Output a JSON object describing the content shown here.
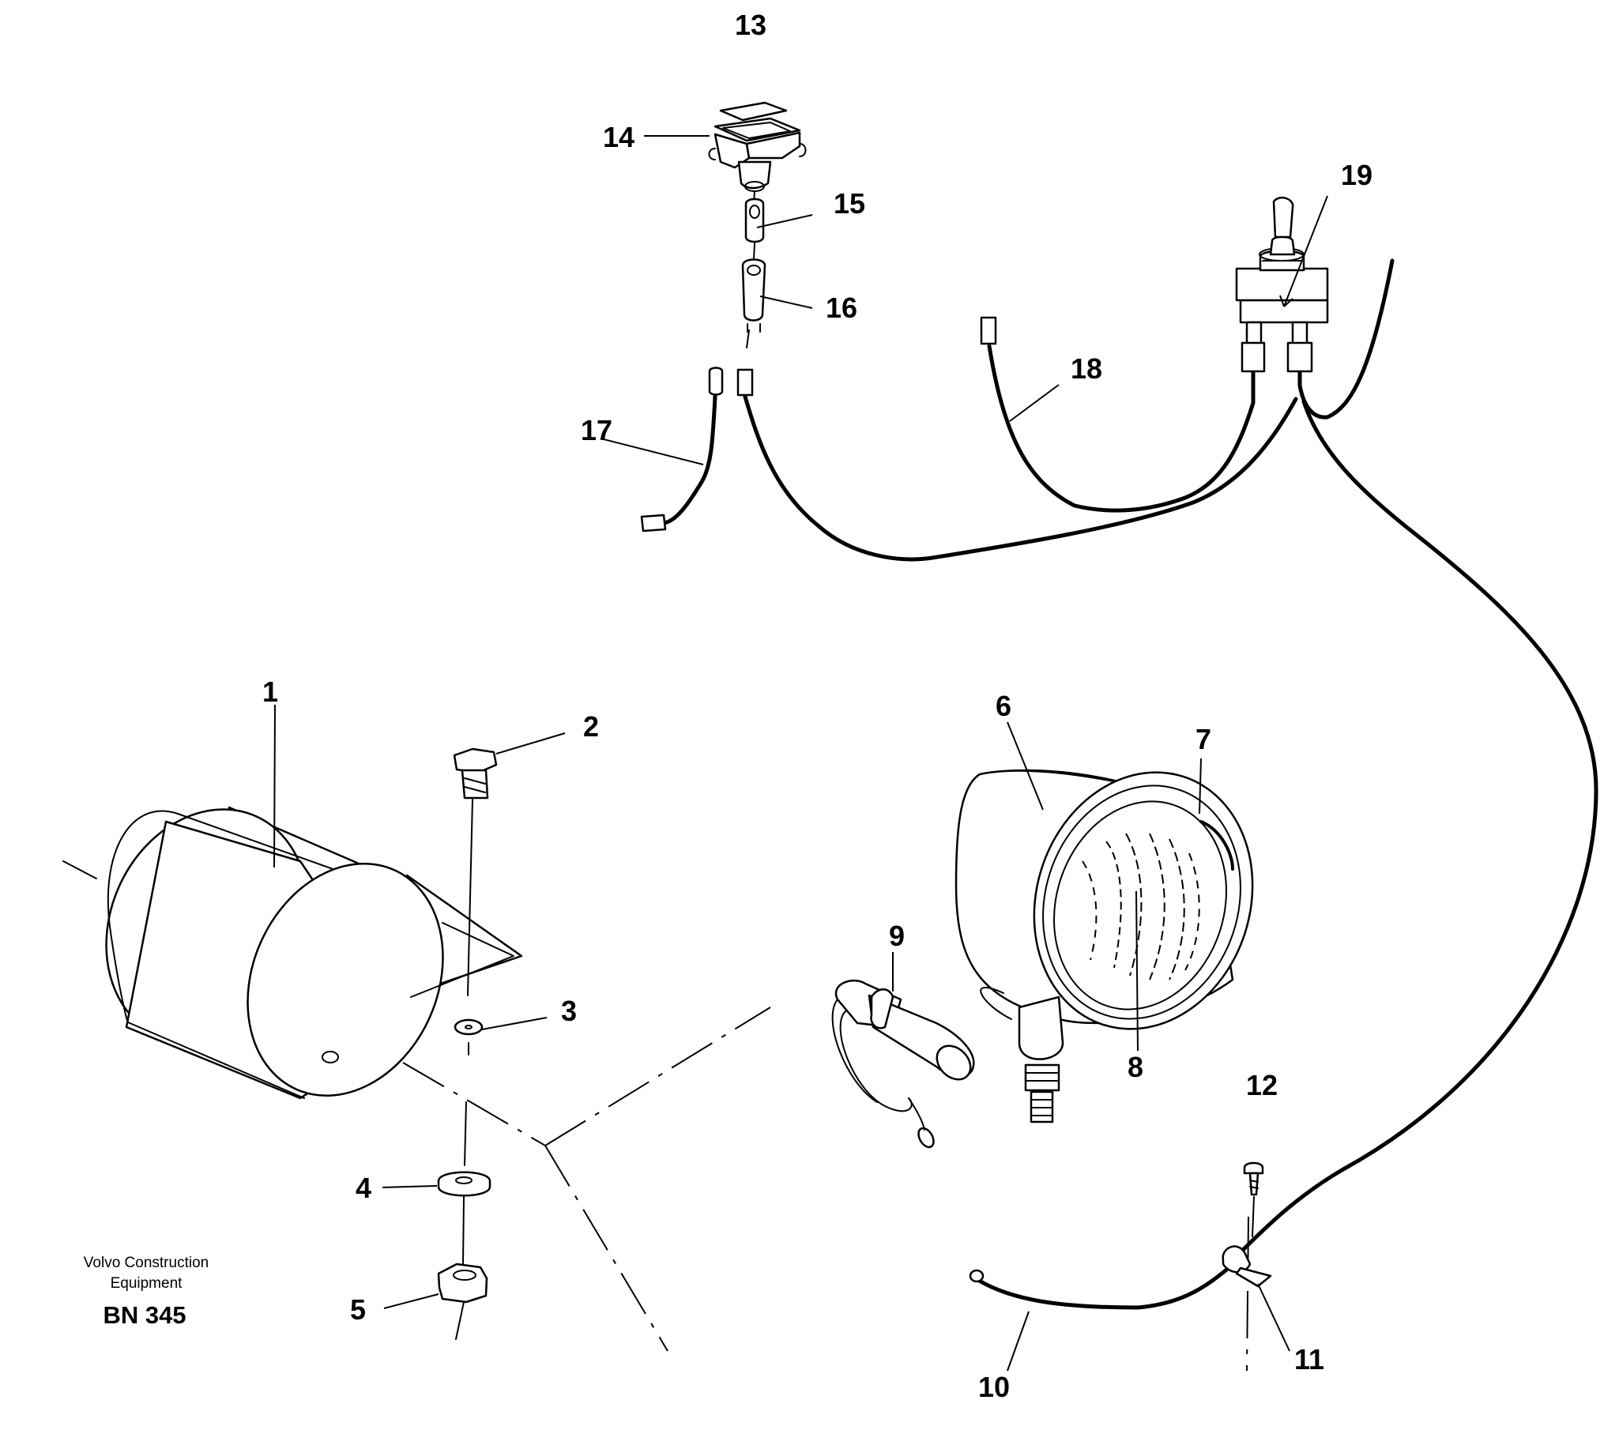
{
  "diagram": {
    "callouts": [
      "1",
      "2",
      "3",
      "4",
      "5",
      "6",
      "7",
      "8",
      "9",
      "10",
      "11",
      "12",
      "13",
      "14",
      "15",
      "16",
      "17",
      "18",
      "19"
    ]
  },
  "footer": {
    "brand_line1": "Volvo Construction",
    "brand_line2": "Equipment",
    "code": "BN 345"
  }
}
